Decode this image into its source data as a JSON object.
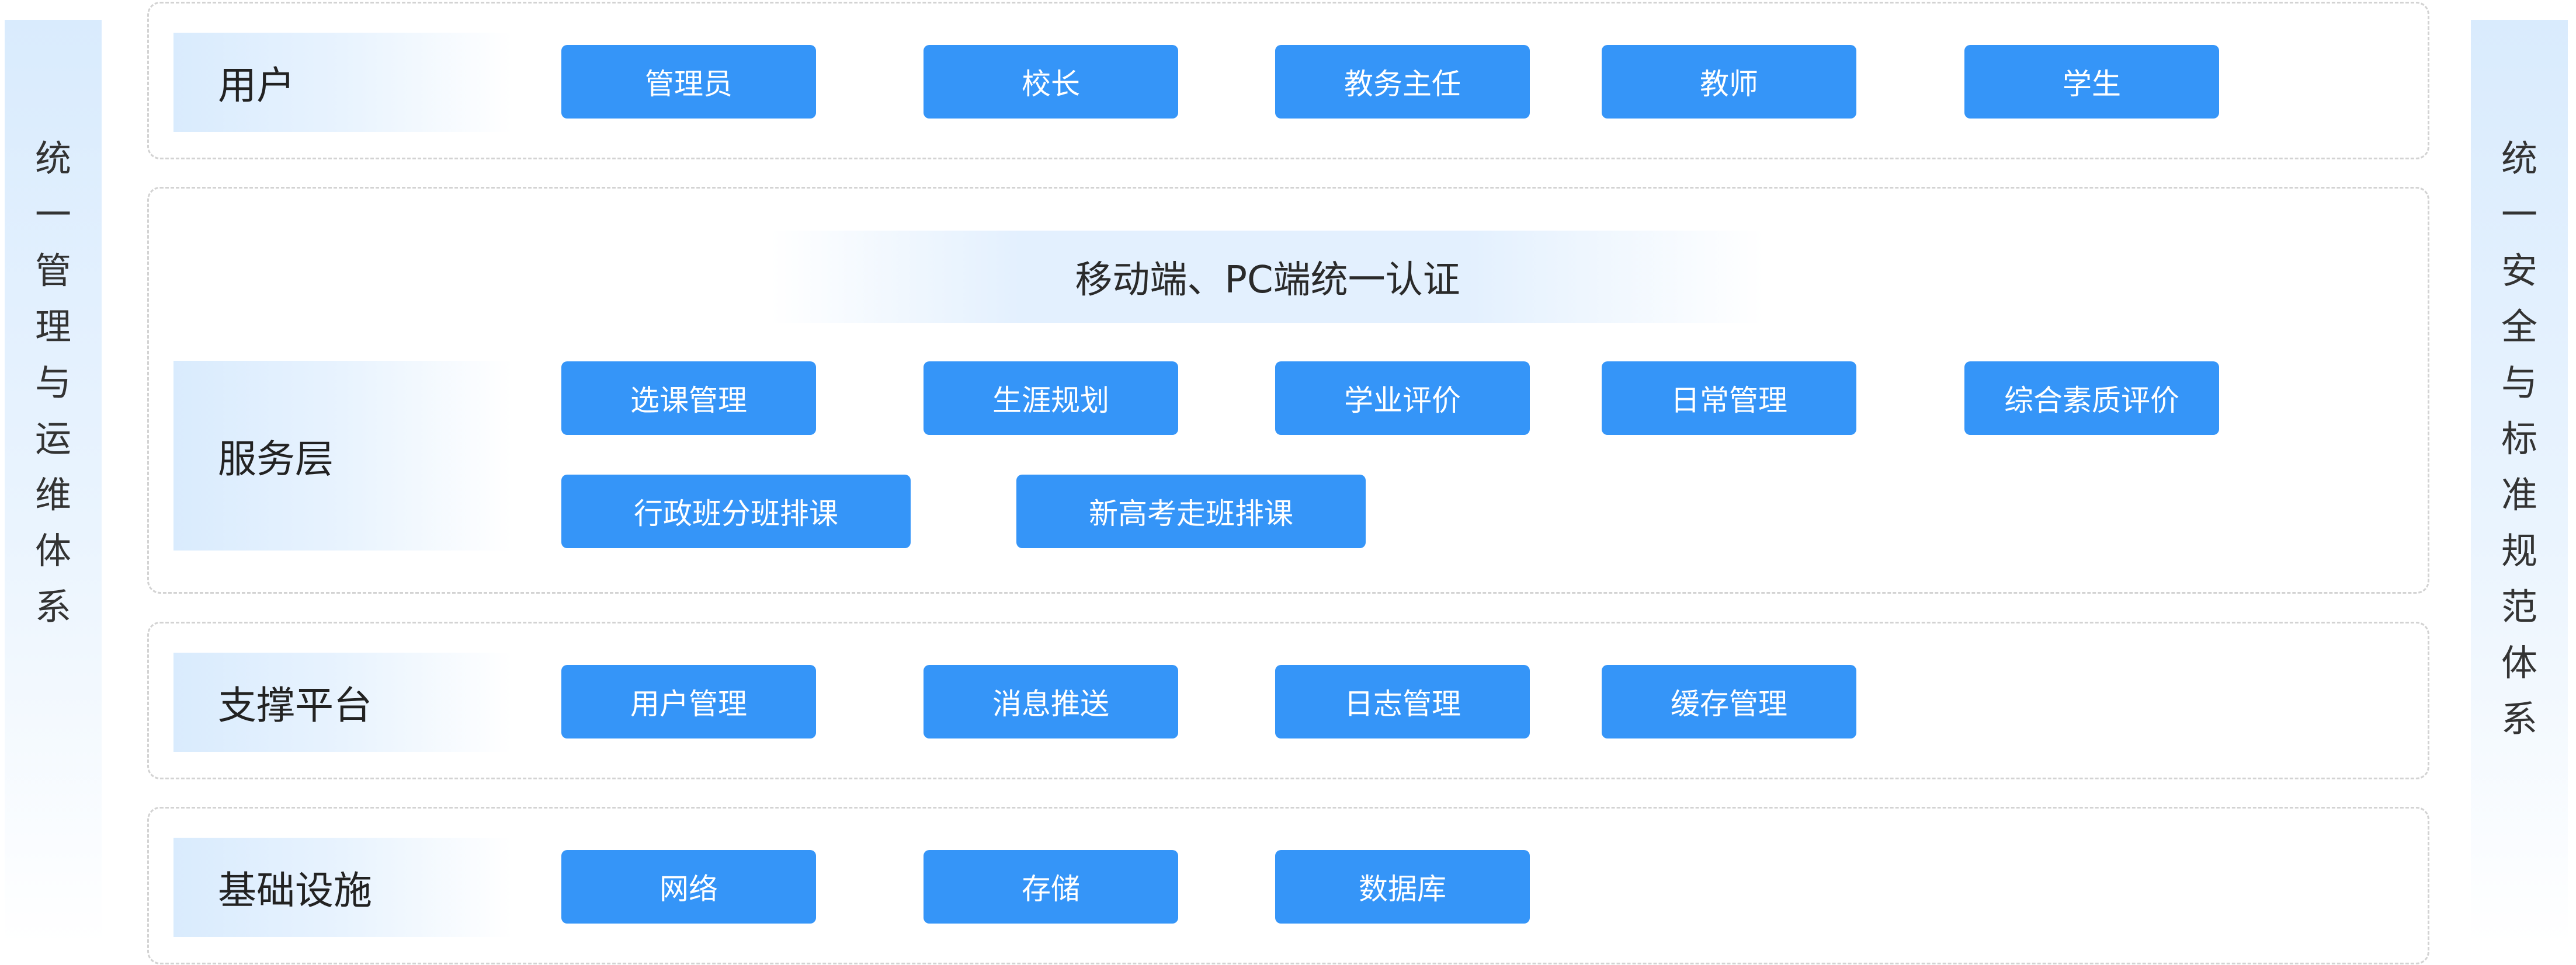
{
  "left_bar": {
    "chars": [
      "统",
      "一",
      "管",
      "理",
      "与",
      "运",
      "维",
      "体",
      "系"
    ]
  },
  "right_bar": {
    "chars": [
      "统",
      "一",
      "安",
      "全",
      "与",
      "标",
      "准",
      "规",
      "范",
      "体",
      "系"
    ]
  },
  "layers": {
    "users": {
      "label": "用户",
      "items": [
        "管理员",
        "校长",
        "教务主任",
        "教师",
        "学生"
      ]
    },
    "service": {
      "label": "服务层",
      "banner": "移动端、PC端统一认证",
      "items_row1": [
        "选课管理",
        "生涯规划",
        "学业评价",
        "日常管理",
        "综合素质评价"
      ],
      "items_row2": [
        "行政班分班排课",
        "新高考走班排课"
      ]
    },
    "support": {
      "label": "支撑平台",
      "items": [
        "用户管理",
        "消息推送",
        "日志管理",
        "缓存管理"
      ]
    },
    "infra": {
      "label": "基础设施",
      "items": [
        "网络",
        "存储",
        "数据库"
      ]
    }
  },
  "colors": {
    "chip": "#3595f8",
    "side_bar": "#d9ebfd",
    "border": "#d3d3d3"
  }
}
